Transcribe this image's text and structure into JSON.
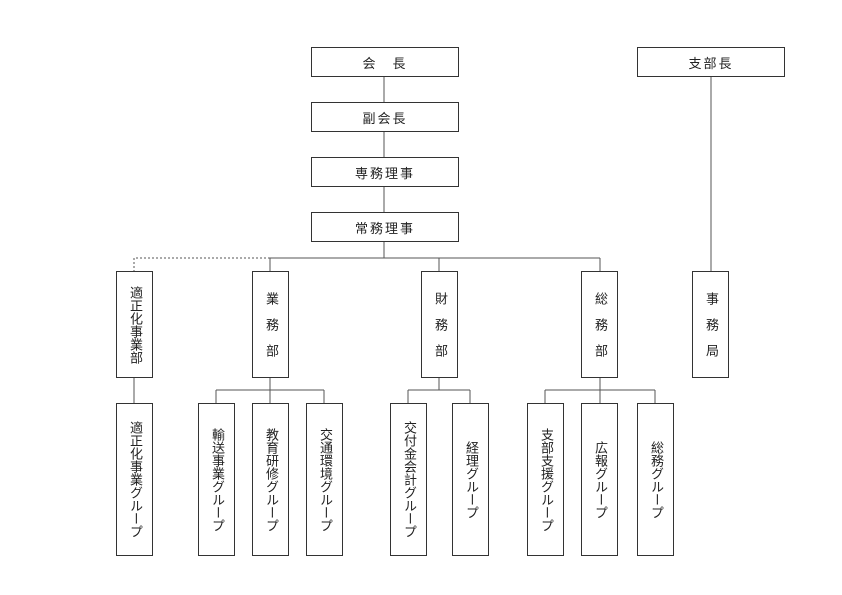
{
  "top": {
    "president": "会　長",
    "vice_president": "副会長",
    "senior_executive": "専務理事",
    "executive": "常務理事",
    "branch_head": "支部長"
  },
  "departments": {
    "tekisei": "適正化事業部",
    "gyomu": "業　務　部",
    "zaimu": "財　務　部",
    "somu": "総　務　部",
    "jimukyoku": "事　務　局"
  },
  "groups": {
    "tekisei_group": "適正化事業グループ",
    "yuso": "輸送事業グループ",
    "kyoiku": "教育研修グループ",
    "kotsu": "交通環境グループ",
    "kofu": "交付金会計グループ",
    "keiri": "経理グループ",
    "shibu_shien": "支部支援グループ",
    "koho": "広報グループ",
    "somu_group": "総務グループ"
  }
}
